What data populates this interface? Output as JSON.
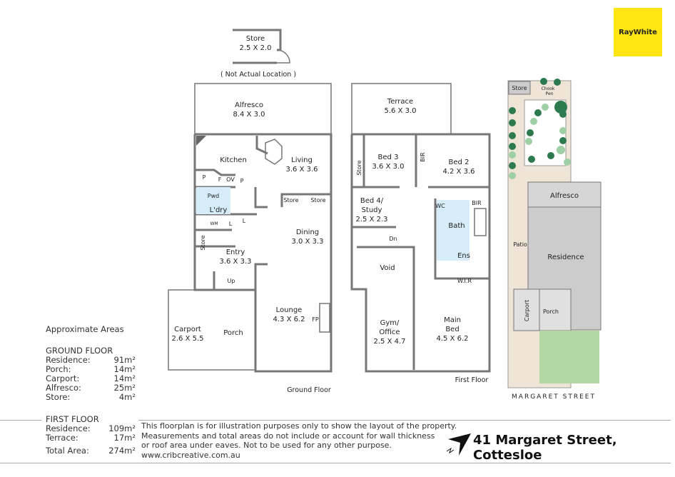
{
  "brand": {
    "logo_text": "RayWhite",
    "color": "#FFE512"
  },
  "address": "41 Margaret Street, Cottesloe",
  "disclaimer": [
    "This floorplan is for illustration purposes only to show the layout of the property.",
    "Measurements and total areas do not include or account for wall thickness",
    "or roof area under eaves. Not to be used for any other purpose.",
    "www.cribcreative.com.au"
  ],
  "areas": {
    "title": "Approximate Areas",
    "ground": {
      "heading": "GROUND FLOOR",
      "rows": [
        [
          "Residence:",
          "91m²"
        ],
        [
          "Porch:",
          "14m²"
        ],
        [
          "Carport:",
          "14m²"
        ],
        [
          "Alfresco:",
          "25m²"
        ],
        [
          "Store:",
          "4m²"
        ]
      ]
    },
    "first": {
      "heading": "FIRST FLOOR",
      "rows": [
        [
          "Residence:",
          "109m²"
        ],
        [
          "Terrace:",
          "17m²"
        ]
      ]
    },
    "total": [
      "Total Area:",
      "274m²"
    ]
  },
  "ground_floor": {
    "caption": "Ground Floor",
    "store": {
      "name": "Store",
      "dims": "2.5 X 2.0",
      "note": "( Not Actual Location )"
    },
    "alfresco": {
      "name": "Alfresco",
      "dims": "8.4 X 3.0"
    },
    "kitchen": "Kitchen",
    "living": {
      "name": "Living",
      "dims": "3.6 X 3.6"
    },
    "pantry": "P",
    "fridge": "F",
    "oven": "OV",
    "pantry2": "P",
    "pwd": "Pwd",
    "ldry": "L'dry",
    "wm": "WM",
    "linen1": "L",
    "linen2": "L",
    "store1": "Store",
    "store2": "Store",
    "store3": "Store",
    "dining": {
      "name": "Dining",
      "dims": "3.0 X 3.3"
    },
    "entry": {
      "name": "Entry",
      "dims": "3.6 X 3.3"
    },
    "up": "Up",
    "carport": {
      "name": "Carport",
      "dims": "2.6 X 5.5"
    },
    "porch": "Porch",
    "lounge": {
      "name": "Lounge",
      "dims": "4.3 X 6.2"
    },
    "fp": "FP"
  },
  "first_floor": {
    "caption": "First Floor",
    "terrace": {
      "name": "Terrace",
      "dims": "5.6 X 3.0"
    },
    "bed3": {
      "name": "Bed 3",
      "dims": "3.6 X 3.0"
    },
    "store": "Store",
    "bir1": "BIR",
    "bed2": {
      "name": "Bed 2",
      "dims": "4.2 X 3.6"
    },
    "bed4": {
      "name": "Bed 4/",
      "name2": "Study",
      "dims": "2.5 X 2.3"
    },
    "wc": "WC",
    "bir2": "BIR",
    "bath": "Bath",
    "dn": "Dn",
    "void": "Void",
    "ens": "Ens",
    "wir": "W.I.R",
    "gym": {
      "name": "Gym/",
      "name2": "Office",
      "dims": "2.5 X 4.7"
    },
    "main": {
      "name": "Main",
      "name2": "Bed",
      "dims": "4.5 X 6.2"
    }
  },
  "site": {
    "store": "Store",
    "chook": "Chook",
    "pen": "Pen",
    "alfresco": "Alfresco",
    "residence": "Residence",
    "patio": "Patio",
    "carport": "Carport",
    "porch": "Porch",
    "street": "MARGARET STREET"
  }
}
